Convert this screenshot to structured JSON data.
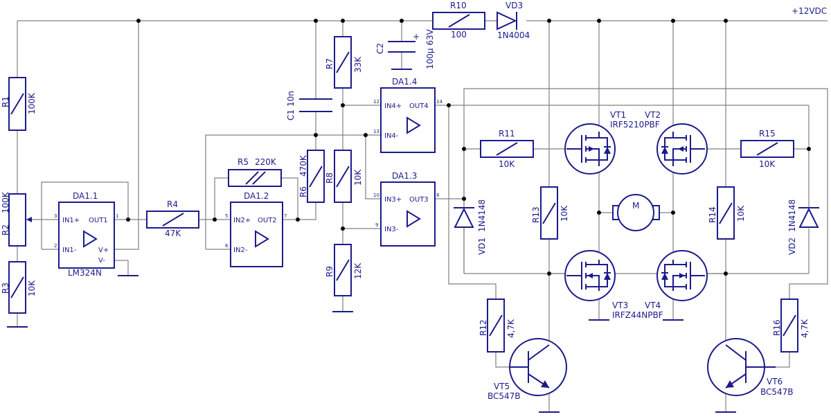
{
  "net_supply": "+12VDC",
  "resistors": {
    "R1": {
      "ref": "R1",
      "value": "100K"
    },
    "R2": {
      "ref": "R2",
      "value": "100K"
    },
    "R3": {
      "ref": "R3",
      "value": "10K"
    },
    "R4": {
      "ref": "R4",
      "value": "47K"
    },
    "R5": {
      "ref": "R5",
      "value": "220K"
    },
    "R6": {
      "ref": "R6",
      "value": "470K"
    },
    "R7": {
      "ref": "R7",
      "value": "33K"
    },
    "R8": {
      "ref": "R8",
      "value": "10K"
    },
    "R9": {
      "ref": "R9",
      "value": "12K"
    },
    "R10": {
      "ref": "R10",
      "value": "100"
    },
    "R11": {
      "ref": "R11",
      "value": "10K"
    },
    "R12": {
      "ref": "R12",
      "value": "4,7K"
    },
    "R13": {
      "ref": "R13",
      "value": "10K"
    },
    "R14": {
      "ref": "R14",
      "value": "10K"
    },
    "R15": {
      "ref": "R15",
      "value": "10K"
    },
    "R16": {
      "ref": "R16",
      "value": "4,7K"
    }
  },
  "capacitors": {
    "C1": {
      "ref": "C1",
      "value": "10n"
    },
    "C2": {
      "ref": "C2",
      "value": "100µ 63V",
      "plus": "+"
    }
  },
  "diodes": {
    "VD1": {
      "ref": "VD1",
      "value": "1N4148"
    },
    "VD2": {
      "ref": "VD2",
      "value": "1N4148"
    },
    "VD3": {
      "ref": "VD3",
      "value": "1N4004"
    }
  },
  "opamps": {
    "DA1_1": {
      "ref": "DA1.1",
      "in_p": "IN1+",
      "in_n": "IN1-",
      "out": "OUT1",
      "vp": "V+",
      "vn": "V-",
      "part": "LM324N",
      "pin_p": "3",
      "pin_n": "2",
      "pin_o": "1"
    },
    "DA1_2": {
      "ref": "DA1.2",
      "in_p": "IN2+",
      "in_n": "IN2-",
      "out": "OUT2",
      "pin_p": "5",
      "pin_n": "6",
      "pin_o": "7"
    },
    "DA1_3": {
      "ref": "DA1.3",
      "in_p": "IN3+",
      "in_n": "IN3-",
      "out": "OUT3",
      "pin_p": "10",
      "pin_n": "9",
      "pin_o": "8"
    },
    "DA1_4": {
      "ref": "DA1.4",
      "in_p": "IN4+",
      "in_n": "IN4-",
      "out": "OUT4",
      "pin_p": "12",
      "pin_n": "13",
      "pin_o": "14"
    }
  },
  "transistors": {
    "VT1": {
      "ref": "VT1",
      "part": "IRF5210PBF"
    },
    "VT2": {
      "ref": "VT2"
    },
    "VT3": {
      "ref": "VT3",
      "part": "IRFZ44NPBF"
    },
    "VT4": {
      "ref": "VT4"
    },
    "VT5": {
      "ref": "VT5",
      "part": "BC547B"
    },
    "VT6": {
      "ref": "VT6",
      "part": "BC547B"
    }
  },
  "motor": {
    "label": "M"
  },
  "colors": {
    "component": "#1a1a8c",
    "wire": "#808080",
    "junction": "#000000",
    "background": "#ffffff"
  }
}
